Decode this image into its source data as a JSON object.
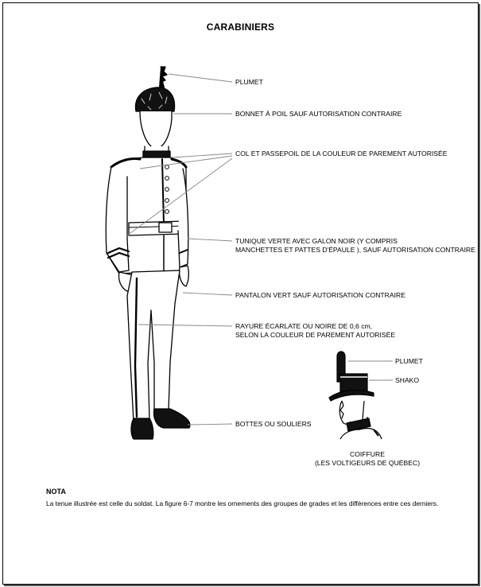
{
  "title": "CARABINIERS",
  "labels": {
    "plumet": "PLUMET",
    "bonnet": "BONNET À POIL SAUF AUTORISATION CONTRAIRE",
    "col": "COL ET PASSEPOIL DE LA COULEUR DE PAREMENT AUTORISÉE",
    "tunique_1": "TUNIQUE VERTE AVEC GALON NOIR (Y COMPRIS",
    "tunique_2": "MANCHETTES ET PATTES D'ÉPAULE ), SAUF AUTORISATION CONTRAIRE",
    "pantalon": "PANTALON VERT SAUF AUTORISATION CONTRAIRE",
    "rayure_1": "RAYURE ÉCARLATE OU NOIRE DE 0,6 cm,",
    "rayure_2": "SELON LA COULEUR DE PAREMENT AUTORISÉE",
    "bottes": "BOTTES OU SOULIERS"
  },
  "inset": {
    "plumet": "PLUMET",
    "shako": "SHAKO",
    "caption_1": "COIFFURE",
    "caption_2": "(LES VOLTIGEURS DE QUÉBEC)"
  },
  "nota": {
    "title": "NOTA",
    "text": "La tenue illustrée est celle du soldat. La figure 6-7 montre les ornements des groupes de grades et les différences entre ces derniers."
  }
}
